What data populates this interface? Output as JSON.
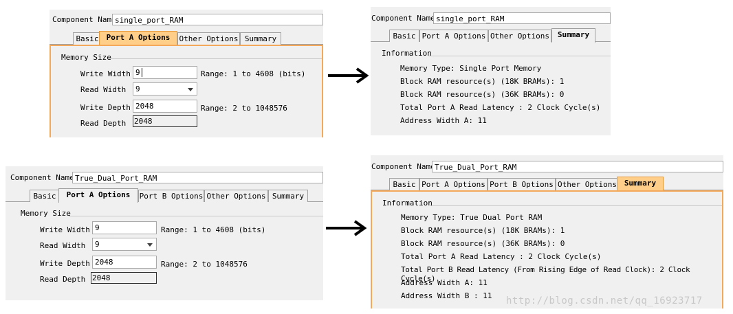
{
  "panels": {
    "top_left": {
      "component_label": "Component Name",
      "component_value": "single_port_RAM",
      "tabs": [
        "Basic",
        "Port A Options",
        "Other Options",
        "Summary"
      ],
      "active_tab": "Port A Options",
      "section": "Memory Size",
      "write_width_label": "Write Width",
      "write_width_value": "9",
      "write_width_range": "Range: 1 to 4608 (bits)",
      "read_width_label": "Read Width",
      "read_width_value": "9",
      "write_depth_label": "Write Depth",
      "write_depth_value": "2048",
      "write_depth_range": "Range: 2 to 1048576",
      "read_depth_label": "Read Depth",
      "read_depth_value": "2048"
    },
    "top_right": {
      "component_label": "Component Name",
      "component_value": "single_port_RAM",
      "tabs": [
        "Basic",
        "Port A Options",
        "Other Options",
        "Summary"
      ],
      "active_tab": "Summary",
      "section": "Information",
      "info_lines": [
        "Memory Type: Single Port Memory",
        "Block RAM resource(s) (18K BRAMs): 1",
        "Block RAM resource(s) (36K BRAMs): 0",
        "Total Port A Read Latency : 2 Clock Cycle(s)",
        "Address Width A: 11"
      ]
    },
    "bottom_left": {
      "component_label": "Component Name",
      "component_value": "True_Dual_Port_RAM",
      "tabs": [
        "Basic",
        "Port A Options",
        "Port B Options",
        "Other Options",
        "Summary"
      ],
      "active_tab": "Port A Options",
      "section": "Memory Size",
      "write_width_label": "Write Width",
      "write_width_value": "9",
      "write_width_range": "Range: 1 to 4608 (bits)",
      "read_width_label": "Read Width",
      "read_width_value": "9",
      "write_depth_label": "Write Depth",
      "write_depth_value": "2048",
      "write_depth_range": "Range: 2 to 1048576",
      "read_depth_label": "Read Depth",
      "read_depth_value": "2048"
    },
    "bottom_right": {
      "component_label": "Component Name",
      "component_value": "True_Dual_Port_RAM",
      "tabs": [
        "Basic",
        "Port A Options",
        "Port B Options",
        "Other Options",
        "Summary"
      ],
      "active_tab": "Summary",
      "section": "Information",
      "info_lines": [
        "Memory Type: True Dual Port RAM",
        "Block RAM resource(s) (18K BRAMs): 1",
        "Block RAM resource(s) (36K BRAMs): 0",
        "Total Port A Read Latency : 2 Clock Cycle(s)",
        "Total Port B Read Latency (From Rising Edge of Read Clock): 2 Clock Cycle(s)",
        "Address Width A: 11",
        "Address Width B : 11"
      ]
    }
  },
  "watermark": "http://blog.csdn.net/qq_16923717",
  "colors": {
    "active_tab": "#ffcf8a",
    "accent_border": "#f4a85a",
    "panel_bg": "#f0f0f0"
  },
  "icons": {
    "arrow": "right-arrow-icon",
    "dropdown": "chevron-down-icon"
  }
}
